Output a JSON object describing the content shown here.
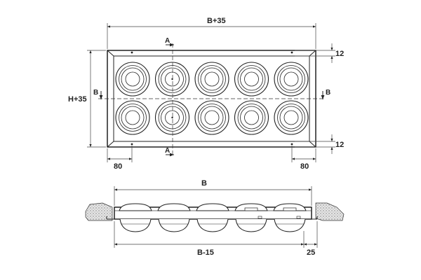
{
  "dimensions": {
    "overall_width": "B+35",
    "overall_height": "H+35",
    "top_margin": "12",
    "bottom_margin": "12",
    "left_offset": "80",
    "right_offset": "80",
    "inner_width": "B",
    "lower_width": "B-15",
    "lower_right": "25"
  },
  "sections": {
    "a_top": "A",
    "a_bottom": "A",
    "b_left": "B",
    "b_right": "B"
  },
  "grid": {
    "rows": 2,
    "columns": 5
  },
  "colors": {
    "line": "#222222",
    "wall_fill": "#dddddd",
    "background": "#ffffff"
  }
}
